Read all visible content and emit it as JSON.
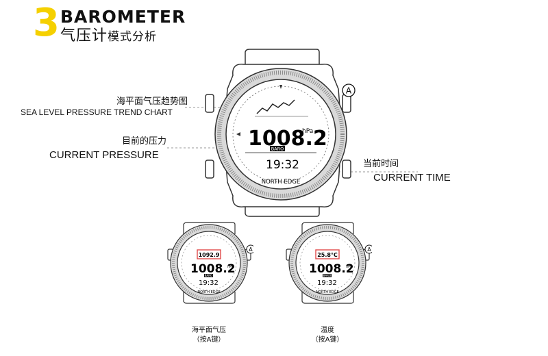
{
  "header": {
    "step_number": "3",
    "title_en": "BAROMETER",
    "title_cn_main": "气压计",
    "title_cn_sub": "模式分析"
  },
  "main_watch": {
    "pressure_value": "1008.2",
    "pressure_unit": "hPa",
    "mode_badge": "BARO",
    "time": "19:32",
    "brand": "NORTH  EDGE",
    "button_a_label": "A"
  },
  "callouts": {
    "sea_level_trend_cn": "海平面气压趋势图",
    "sea_level_trend_en": "SEA LEVEL PRESSURE TREND CHART",
    "current_pressure_cn": "目前的压力",
    "current_pressure_en": "CURRENT PRESSURE",
    "current_time_cn": "当前时间",
    "current_time_en": "CURRENT TIME"
  },
  "small_watches": [
    {
      "top_value": "1092.9",
      "pressure_value": "1008.2",
      "pressure_unit": "hPa",
      "mode_badge": "BARO",
      "time": "19:32",
      "brand": "NORTH  EDGE",
      "button_a_label": "A",
      "caption_line1": "海平面气压",
      "caption_line2": "（按A键）"
    },
    {
      "top_value": "25.8°C",
      "pressure_value": "1008.2",
      "pressure_unit": "hPa",
      "mode_badge": "BARO",
      "time": "19:32",
      "brand": "NORTH  EDGE",
      "button_a_label": "A",
      "caption_line1": "温度",
      "caption_line2": "（按A键）"
    }
  ],
  "colors": {
    "accent_yellow": "#f5d000",
    "highlight_red": "#e04a4a"
  }
}
